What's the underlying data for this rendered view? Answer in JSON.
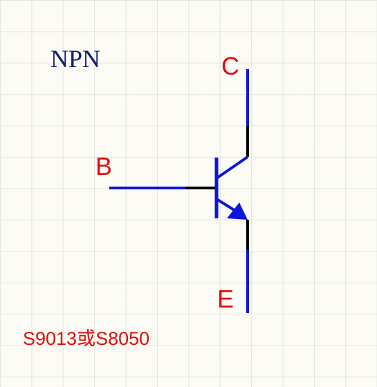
{
  "schematic": {
    "type_label": "NPN",
    "pins": {
      "collector": "C",
      "base": "B",
      "emitter": "E"
    },
    "part_numbers": "S9013或S8050",
    "colors": {
      "type_label": "#10206e",
      "pin_labels": "#dd0f0f",
      "symbol": "#0c16d8",
      "leads": "#000000",
      "background": "#fcfbf5",
      "grid": "#d0d4c8"
    }
  }
}
